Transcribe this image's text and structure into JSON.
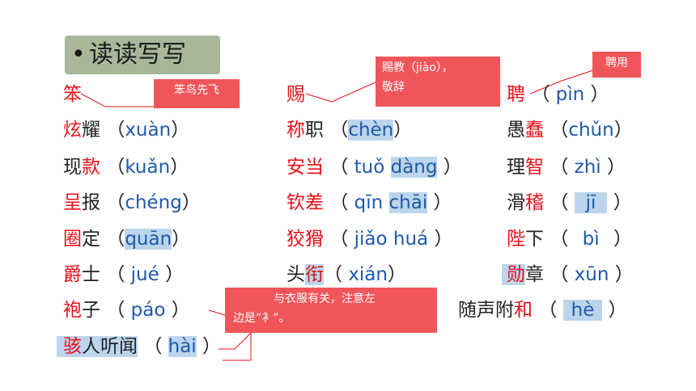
{
  "title": "读读写写",
  "bullet": "•",
  "callouts": {
    "c1": "笨鸟先飞",
    "c2_line1": "赐教（jiào），",
    "c2_line2": "敬辞",
    "c3": "聘用",
    "c4_line1": "与衣服有关，注意左",
    "c4_line2": "边是“衤”。"
  },
  "col1": [
    {
      "word": "笨",
      "parts": []
    },
    {
      "pre": "",
      "red": "炫",
      "post": "耀",
      "py": "xuàn"
    },
    {
      "pre": "现",
      "red": "款",
      "post": "",
      "py": "kuǎn"
    },
    {
      "pre": "",
      "red": "呈",
      "post": "报",
      "py": "chéng"
    },
    {
      "pre": "",
      "red": "圈",
      "post": "定",
      "py": "quān"
    },
    {
      "pre": "",
      "red": "爵",
      "post": "士",
      "py": "jué"
    },
    {
      "pre": "",
      "red": "袍",
      "post": "子",
      "py": "páo"
    },
    {
      "pre": "",
      "red": "骇",
      "post": "人听闻",
      "py": "hài"
    }
  ],
  "col2": [
    {
      "red": "赐"
    },
    {
      "pre": "",
      "red": "称",
      "post": "职",
      "py": "chèn"
    },
    {
      "pre": "",
      "red": "安当",
      "post": "",
      "py1": "tuǒ",
      "py2": "dàng"
    },
    {
      "pre": "",
      "red": "钦差",
      "post": "",
      "py1": "qīn",
      "py2": "chāi"
    },
    {
      "pre": "",
      "red": "狡猾",
      "post": "",
      "py": "jiǎo huá"
    },
    {
      "pre": "头",
      "red": "衔",
      "post": "",
      "py": "xián"
    },
    {
      "pre": "随声附",
      "red": "和",
      "post": "",
      "py": "hè"
    }
  ],
  "col3": [
    {
      "red": "聘",
      "py": "pìn"
    },
    {
      "pre": "愚",
      "red": "蠢",
      "post": "",
      "py": "chǔn"
    },
    {
      "pre": "理",
      "red": "智",
      "post": "",
      "py": "zhì"
    },
    {
      "pre": "滑",
      "red": "稽",
      "post": "",
      "py": "jī"
    },
    {
      "pre": "",
      "red": "陛",
      "post": "下",
      "py": "bì"
    },
    {
      "pre": "",
      "red": "勋",
      "post": "章",
      "py": "xūn"
    }
  ],
  "paren_open": "（",
  "paren_close": "）"
}
